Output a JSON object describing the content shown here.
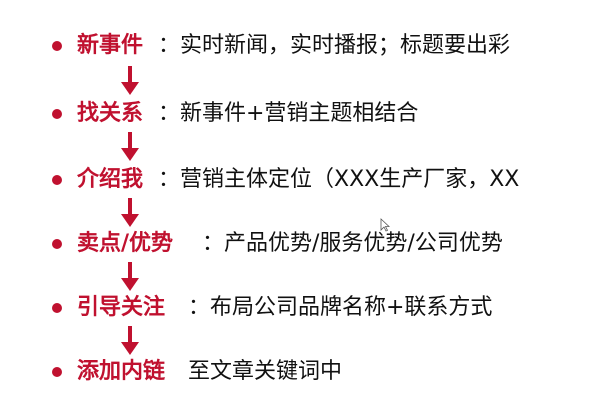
{
  "colors": {
    "accent": "#c0112f",
    "text": "#111111",
    "arrow": "#c0112f"
  },
  "items": [
    {
      "term": "新事件",
      "desc": "：实时新闻，实时播报；标题要出彩"
    },
    {
      "term": "找关系",
      "desc": "：新事件+营销主题相结合"
    },
    {
      "term": "介绍我",
      "desc": "：营销主体定位（XXX生产厂家，XX"
    },
    {
      "term": "卖点/优势",
      "desc": "：产品优势/服务优势/公司优势"
    },
    {
      "term": "引导关注",
      "desc": "：布局公司品牌名称+联系方式"
    },
    {
      "term": "添加内链",
      "desc": "至文章关键词中"
    }
  ]
}
